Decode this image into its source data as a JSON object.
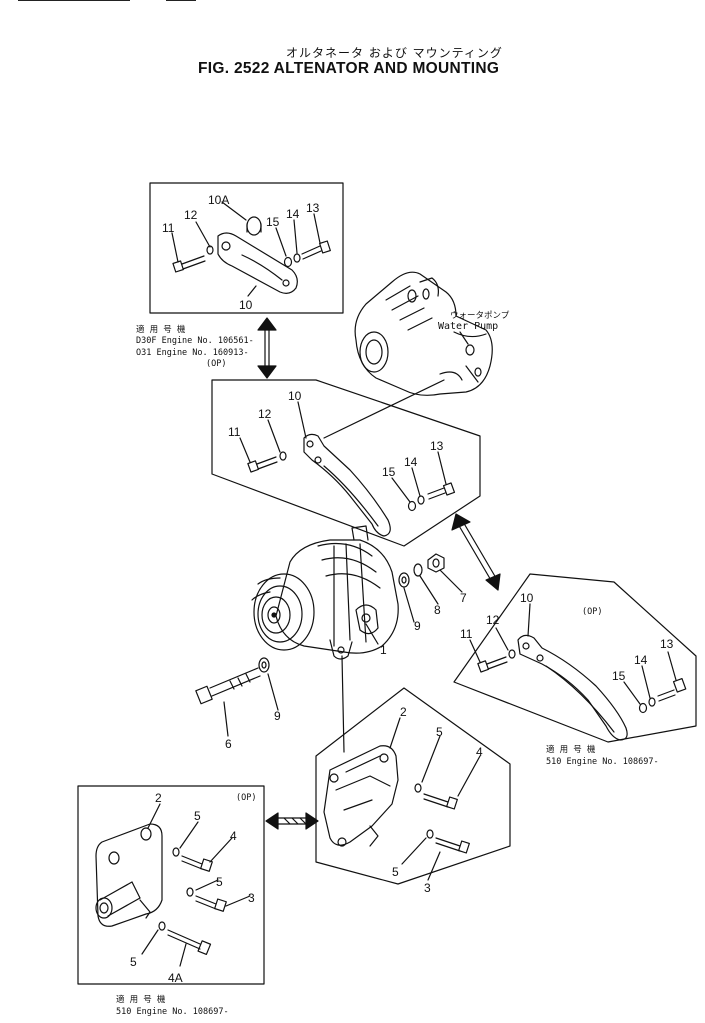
{
  "title": {
    "japanese": "オルタネータ および マウンティング",
    "english": "FIG. 2522  ALTENATOR AND MOUNTING"
  },
  "notes": {
    "water_pump_jp": "ウォータポンプ",
    "water_pump_en": "Water Pump",
    "applicable_jp_top": "適 用 号 機",
    "applicable_line1": "D30F Engine No. 106561-",
    "applicable_line2": "O31  Engine No. 160913-",
    "applicable_line3": "(OP)",
    "op_label_right": "(OP)",
    "applicable_jp_right": "適 用 号 機",
    "applicable_right": "510 Engine No. 108697-",
    "op_label_bottom": "(OP)",
    "applicable_jp_bottom": "適 用 号 機",
    "applicable_bottom": "510 Engine No. 108697-"
  },
  "callouts": {
    "top_inset": [
      "10A",
      "12",
      "11",
      "15",
      "14",
      "13",
      "10"
    ],
    "middle_inset": [
      "10",
      "12",
      "11",
      "13",
      "14",
      "15"
    ],
    "main": [
      "1",
      "6",
      "7",
      "8",
      "9",
      "9"
    ],
    "right_inset": [
      "10",
      "12",
      "11",
      "13",
      "14",
      "15"
    ],
    "bracket_inset": [
      "2",
      "5",
      "4",
      "5",
      "3"
    ],
    "bottom_left_inset": [
      "2",
      "5",
      "4",
      "5",
      "3",
      "5",
      "4A"
    ]
  }
}
